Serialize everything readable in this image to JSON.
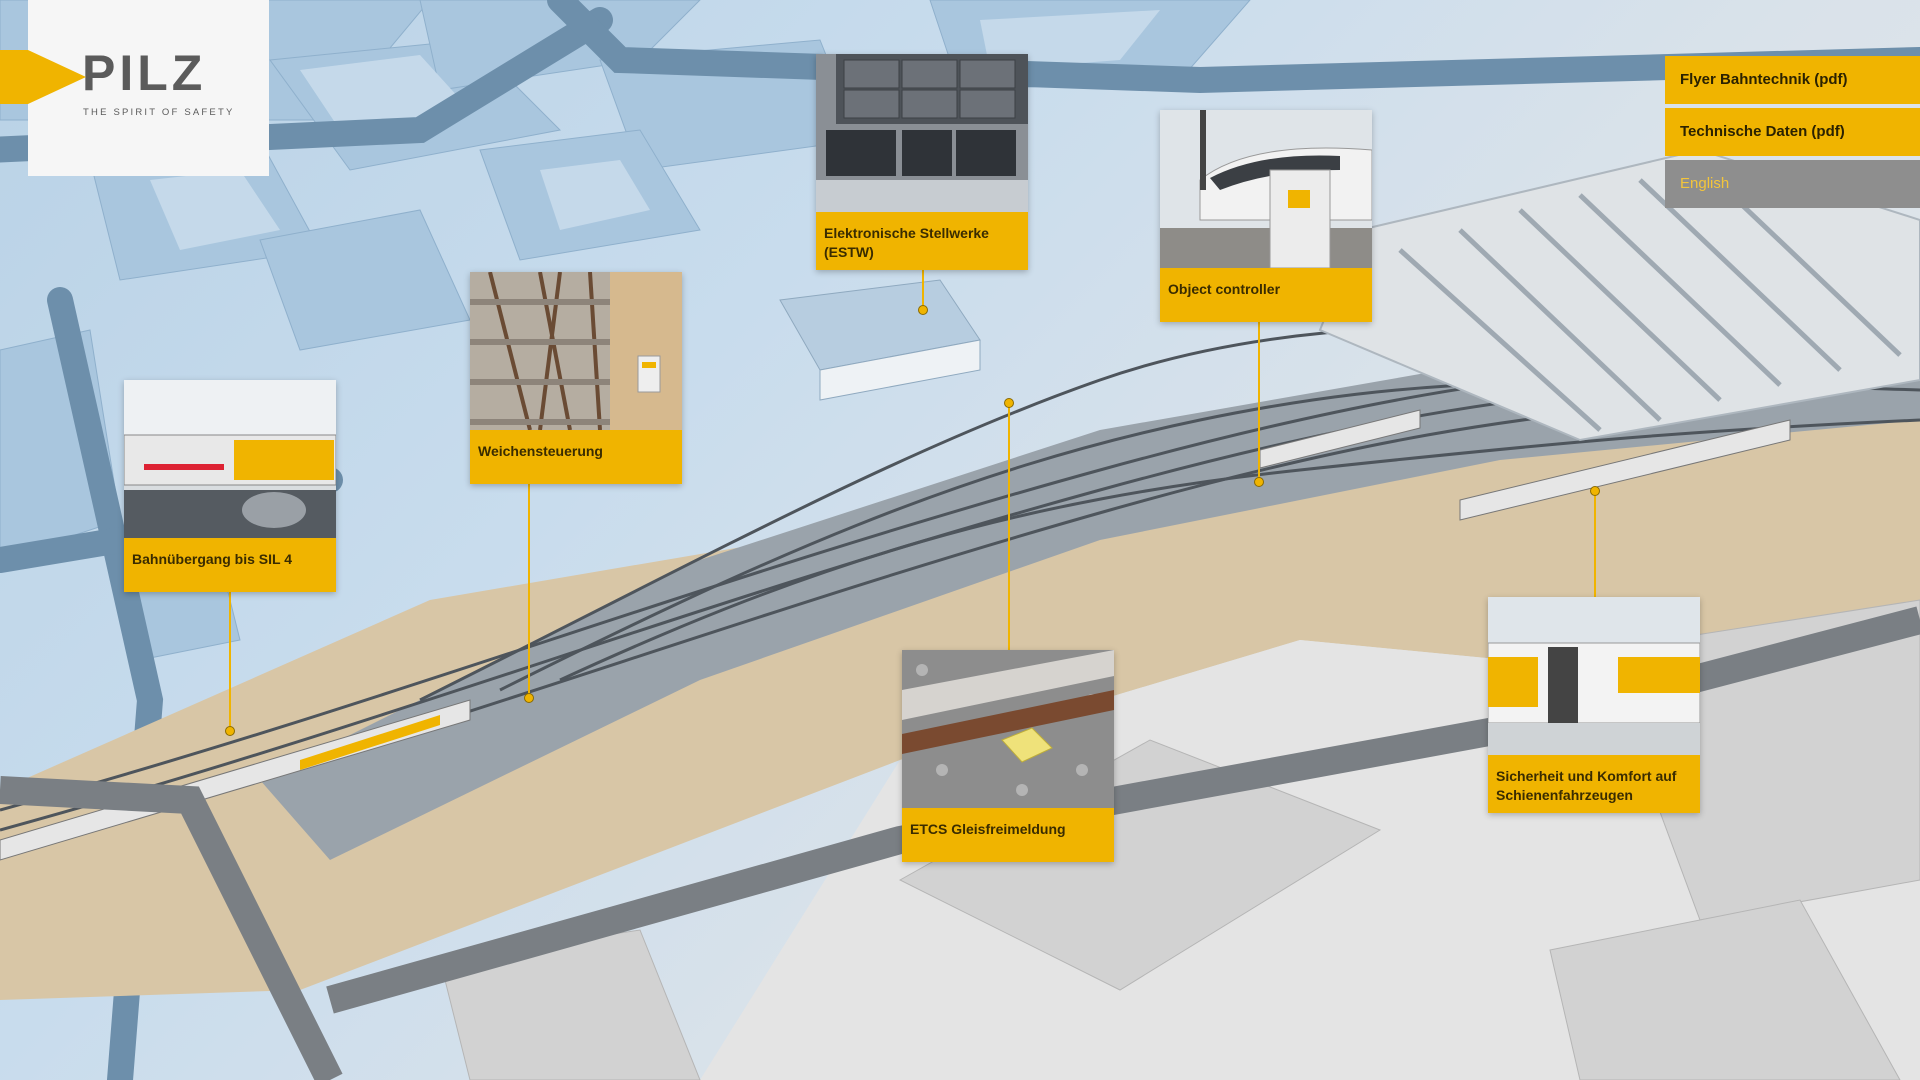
{
  "brand": {
    "name": "PILZ",
    "tagline": "THE SPIRIT OF SAFETY",
    "accent_color": "#f0b400"
  },
  "menu": {
    "items": [
      {
        "label": "Flyer Bahntechnik (pdf)",
        "icon": "pdf-link"
      },
      {
        "label": "Technische Daten (pdf)",
        "icon": "pdf-link"
      },
      {
        "label": "English",
        "icon": "language-switch"
      }
    ]
  },
  "hotspots": [
    {
      "label": "Bahnübergang bis SIL 4",
      "thumbnail": "level-crossing-image"
    },
    {
      "label": "Weichensteuerung",
      "thumbnail": "railway-switch-image"
    },
    {
      "label": "Elektronische Stellwerke (ESTW)",
      "thumbnail": "control-room-image"
    },
    {
      "label": "Object controller",
      "thumbnail": "object-controller-image"
    },
    {
      "label": "ETCS Gleisfreimeldung",
      "thumbnail": "track-balise-image"
    },
    {
      "label": "Sicherheit und Komfort auf Schienenfahrzeugen",
      "thumbnail": "train-interior-image"
    }
  ]
}
